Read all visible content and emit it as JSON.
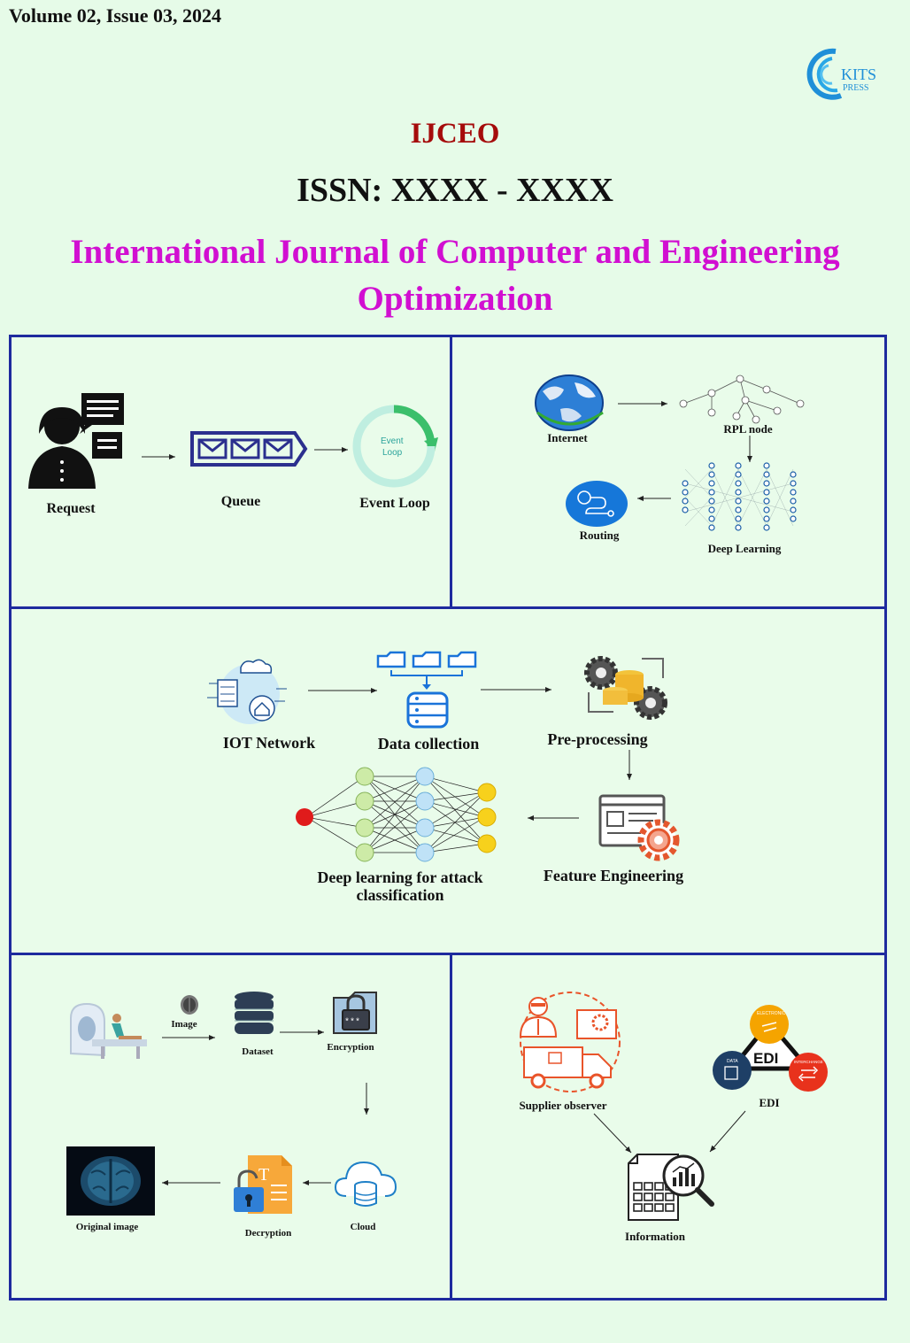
{
  "header": {
    "volume": "Volume 02, Issue 03, 2024",
    "abbr": "IJCEO",
    "issn": "ISSN: XXXX - XXXX",
    "title_line1": "International Journal of Computer and Engineering",
    "title_line2": "Optimization",
    "logo_text": "KITS",
    "logo_sub": "PRESS"
  },
  "panel1": {
    "request": "Request",
    "queue": "Queue",
    "event_loop": "Event Loop",
    "icon_text1": "Event",
    "icon_text2": "Loop"
  },
  "panel2": {
    "internet": "Internet",
    "rpl": "RPL node",
    "routing": "Routing",
    "deep": "Deep Learning"
  },
  "panel3": {
    "iot": "IOT Network",
    "collect": "Data collection",
    "pre": "Pre-processing",
    "feature": "Feature Engineering",
    "dl1": "Deep learning for attack",
    "dl2": "classification"
  },
  "panel4": {
    "image": "Image",
    "dataset": "Dataset",
    "encryption": "Encryption",
    "cloud": "Cloud",
    "decryption": "Decryption",
    "original": "Original image"
  },
  "panel5": {
    "supplier": "Supplier observer",
    "edi": "EDI",
    "edi_icon": "EDI",
    "information": "Information",
    "edi_electronic": "ELECTRONIC",
    "edi_data": "DATA",
    "edi_interchange": "INTERCHANGE"
  },
  "colors": {
    "frame": "#1e2a9e",
    "abbr": "#a50b0b",
    "title": "#d10fd1",
    "background": "#e6fbe8"
  }
}
